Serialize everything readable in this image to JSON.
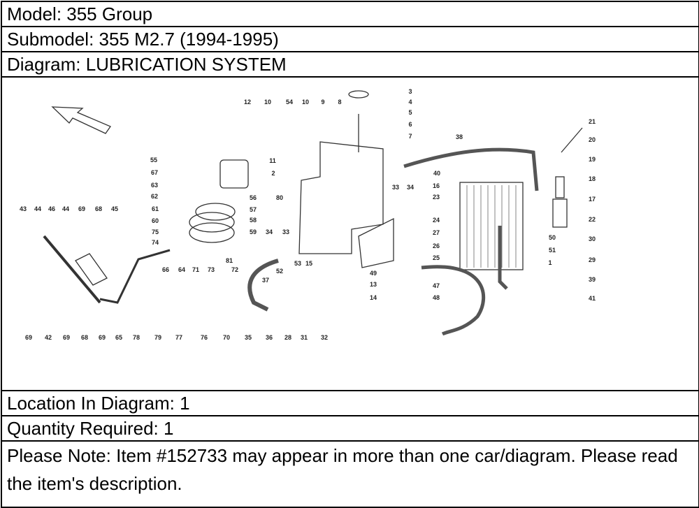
{
  "header": {
    "model": "Model: 355 Group",
    "submodel": "Submodel: 355 M2.7 (1994-1995)",
    "diagram": "Diagram: LUBRICATION SYSTEM"
  },
  "diagram": {
    "labels": [
      "12",
      "10",
      "54",
      "10",
      "9",
      "8",
      "3",
      "4",
      "5",
      "6",
      "7",
      "21",
      "20",
      "19",
      "18",
      "17",
      "22",
      "30",
      "29",
      "38",
      "40",
      "16",
      "23",
      "24",
      "27",
      "26",
      "25",
      "47",
      "48",
      "50",
      "51",
      "1",
      "39",
      "41",
      "49",
      "13",
      "14",
      "33",
      "34",
      "11",
      "2",
      "56",
      "57",
      "58",
      "59",
      "80",
      "34",
      "33",
      "53",
      "15",
      "52",
      "37",
      "55",
      "67",
      "63",
      "62",
      "61",
      "60",
      "75",
      "74",
      "66",
      "64",
      "71",
      "73",
      "81",
      "72",
      "43",
      "44",
      "46",
      "44",
      "69",
      "68",
      "45",
      "69",
      "42",
      "69",
      "68",
      "69",
      "65",
      "78",
      "79",
      "77",
      "76",
      "70",
      "35",
      "36",
      "28",
      "31",
      "32"
    ]
  },
  "footer": {
    "location": "Location In Diagram: 1",
    "quantity": "Quantity Required: 1",
    "note": "Please Note: Item #152733 may appear in more than one car/diagram. Please read the item's description."
  }
}
